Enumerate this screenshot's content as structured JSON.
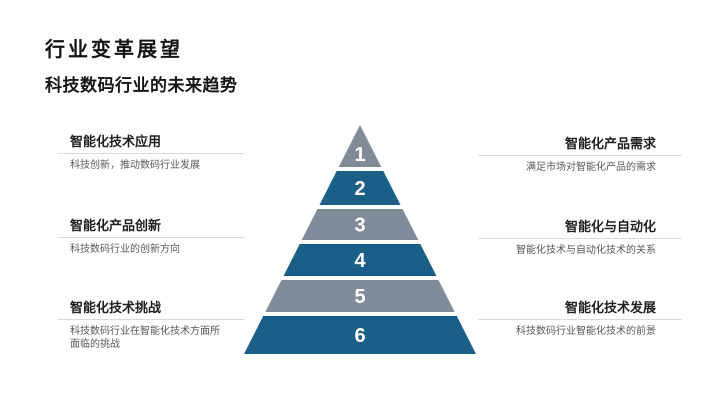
{
  "slide": {
    "title": "行业变革展望",
    "subtitle": "科技数码行业的未来趋势"
  },
  "colors": {
    "blue": "#1B5E87",
    "gray": "#808C9A",
    "number_text": "#FFFFFF",
    "divider": "#D9D9D9",
    "desc_text": "#595959"
  },
  "pyramid": {
    "levels": [
      {
        "number": "1",
        "color": "gray"
      },
      {
        "number": "2",
        "color": "blue"
      },
      {
        "number": "3",
        "color": "gray"
      },
      {
        "number": "4",
        "color": "blue"
      },
      {
        "number": "5",
        "color": "gray"
      },
      {
        "number": "6",
        "color": "blue"
      }
    ]
  },
  "labels": {
    "left": [
      {
        "title": "智能化技术应用",
        "desc": "科技创新，推动数码行业发展"
      },
      {
        "title": "智能化产品创新",
        "desc": "科技数码行业的创新方向"
      },
      {
        "title": "智能化技术挑战",
        "desc": "科技数码行业在智能化技术方面所面临的挑战"
      }
    ],
    "right": [
      {
        "title": "智能化产品需求",
        "desc": "满足市场对智能化产品的需求"
      },
      {
        "title": "智能化与自动化",
        "desc": "智能化技术与自动化技术的关系"
      },
      {
        "title": "智能化技术发展",
        "desc": "科技数码行业智能化技术的前景"
      }
    ]
  }
}
